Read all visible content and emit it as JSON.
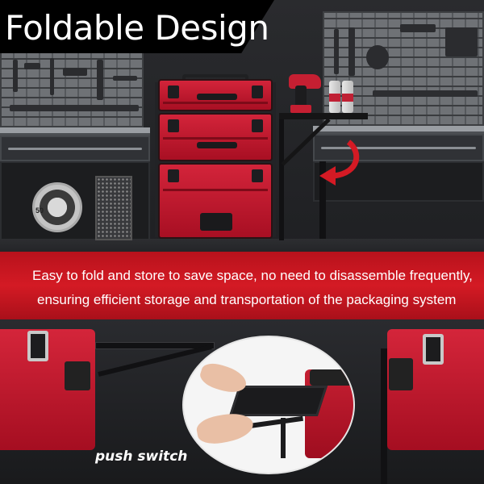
{
  "headline": "Foldable Design",
  "banner": {
    "line1": "Easy to fold and store to save space, no need to disassemble frequently,",
    "line2": "ensuring efficient storage and transportation of the packaging system"
  },
  "callout": "push switch",
  "reel_label": "50",
  "colors": {
    "accent_red": "#d41a24",
    "toolbox_red": "#c51f32",
    "headline_bg": "#000000",
    "text": "#ffffff"
  },
  "icons": {
    "fold_arrow": "curved-arrow-icon"
  }
}
